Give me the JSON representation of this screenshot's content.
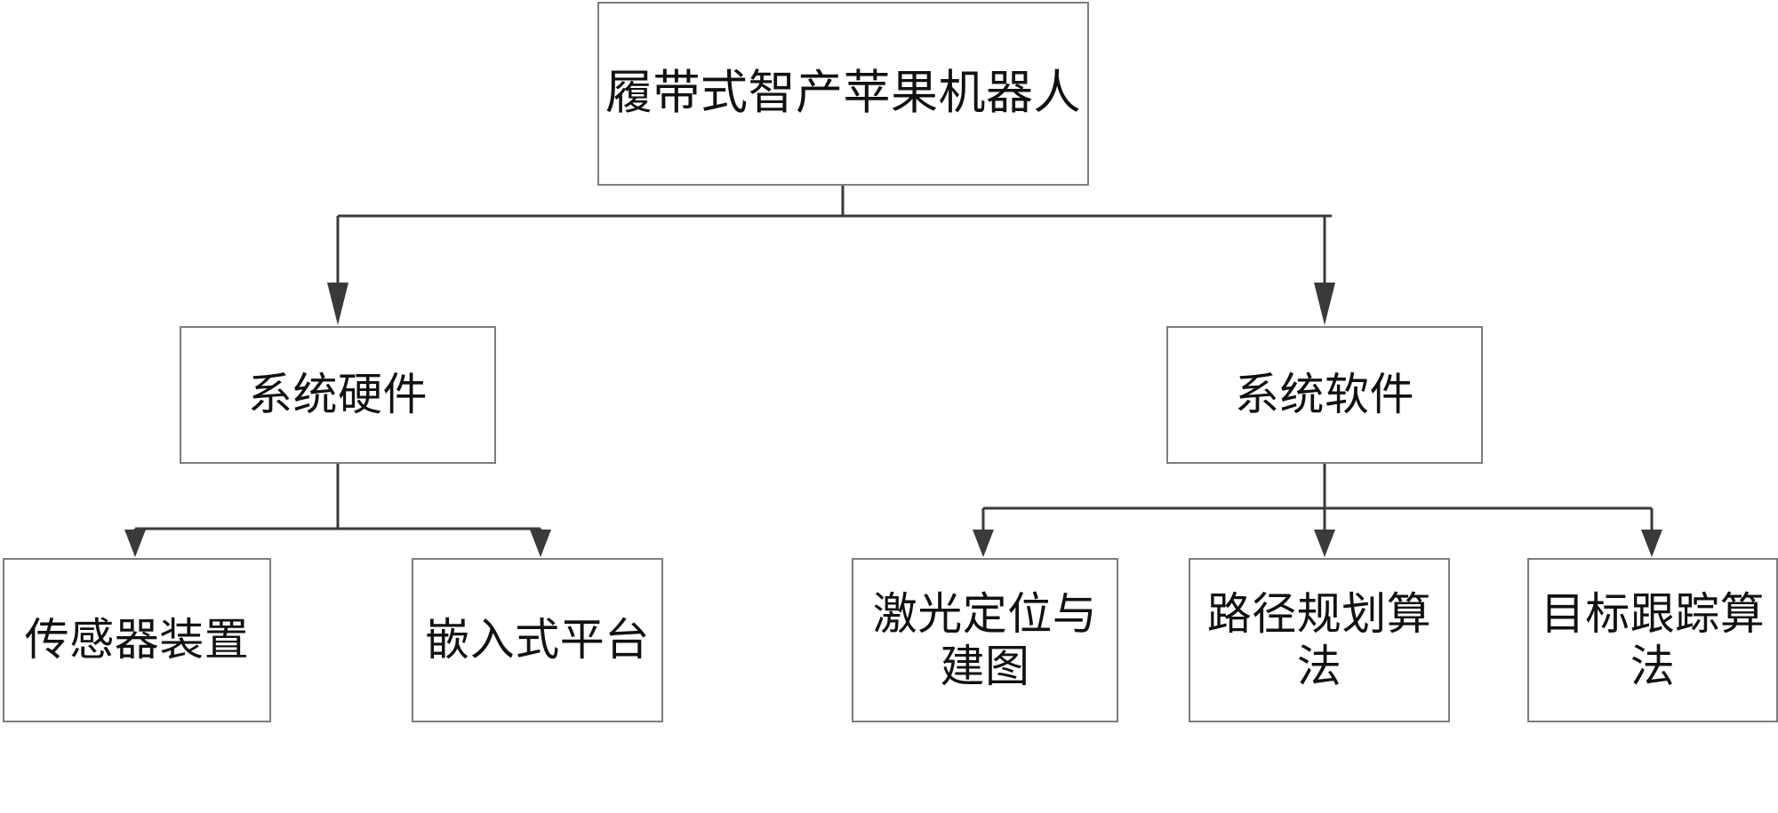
{
  "diagram": {
    "type": "tree-hierarchy",
    "orientation": "top-down",
    "levels": 3,
    "colors": {
      "box_border": "#7d7d7d",
      "box_fill": "#ffffff",
      "connector": "#3a3a3a",
      "text": "#111111",
      "background": "#ffffff"
    },
    "nodes": {
      "root": {
        "label": "履带式智产苹果机器人",
        "line1": "履带式智产苹果机",
        "line2": "器人"
      },
      "hardware": {
        "label": "系统硬件"
      },
      "software": {
        "label": "系统软件"
      },
      "sensor": {
        "label": "传感器装置",
        "line1": "传感器装",
        "line2": "置"
      },
      "embedded": {
        "label": "嵌入式平台",
        "line1": "嵌入式平",
        "line2": "台"
      },
      "slam": {
        "label": "激光定位与建图",
        "line1": "激光定位",
        "line2": "与建图"
      },
      "path": {
        "label": "路径规划算法",
        "line1": "路径规划",
        "line2": "算法"
      },
      "tracking": {
        "label": "目标跟踪算法",
        "line1": "目标跟踪",
        "line2": "算法"
      }
    },
    "edges": [
      {
        "from": "root",
        "to": "hardware"
      },
      {
        "from": "root",
        "to": "software"
      },
      {
        "from": "hardware",
        "to": "sensor"
      },
      {
        "from": "hardware",
        "to": "embedded"
      },
      {
        "from": "software",
        "to": "slam"
      },
      {
        "from": "software",
        "to": "path"
      },
      {
        "from": "software",
        "to": "tracking"
      }
    ]
  }
}
